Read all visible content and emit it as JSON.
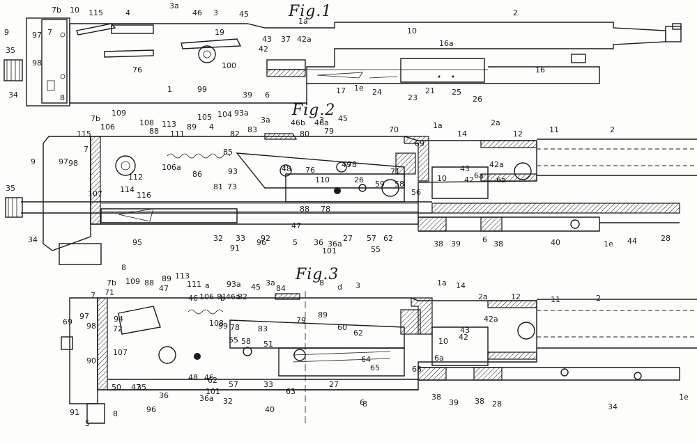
{
  "figures": [
    {
      "title": "Fig.1"
    },
    {
      "title": "Fig.2"
    },
    {
      "title": "Fig.3"
    }
  ],
  "fig1_labels": [
    "7b",
    "10",
    "115",
    "4",
    "3a",
    "46",
    "3",
    "45",
    "1a",
    "2",
    "9",
    "97",
    "7",
    "19",
    "43",
    "37",
    "42a",
    "10",
    "16a",
    "35",
    "98",
    "100",
    "76",
    "42",
    "34",
    "8",
    "1",
    "99",
    "39",
    "6",
    "17",
    "1e",
    "24",
    "23",
    "21",
    "25",
    "26",
    "16"
  ],
  "fig2_labels": [
    "7b",
    "106",
    "109",
    "108",
    "113",
    "89",
    "105",
    "4",
    "104",
    "93a",
    "83",
    "3a",
    "46b",
    "46a",
    "3",
    "45",
    "70",
    "1a",
    "14",
    "2a",
    "12",
    "11",
    "2",
    "115",
    "88",
    "111",
    "82",
    "80",
    "79",
    "9",
    "7",
    "85",
    "93",
    "49",
    "78",
    "69",
    "43",
    "42a",
    "97",
    "98",
    "106a",
    "86",
    "81",
    "73",
    "48",
    "76",
    "71",
    "10",
    "6a",
    "112",
    "114",
    "116",
    "107",
    "110",
    "26",
    "59",
    "58",
    "42",
    "56",
    "6a",
    "35",
    "88",
    "78",
    "34",
    "95",
    "32",
    "33",
    "91",
    "96",
    "92",
    "5",
    "36",
    "101",
    "36a",
    "27",
    "57",
    "62",
    "55",
    "38",
    "39",
    "6",
    "38",
    "40",
    "1e",
    "44",
    "28",
    "8",
    "47"
  ],
  "fig3_labels": [
    "7b",
    "88",
    "89",
    "113",
    "45",
    "93a",
    "3a",
    "3",
    "1a",
    "14",
    "2a",
    "12",
    "11",
    "2",
    "7",
    "109",
    "47",
    "111",
    "46",
    "a",
    "b",
    "81",
    "84",
    "8",
    "d",
    "71",
    "106",
    "46a",
    "82",
    "83",
    "79",
    "69",
    "97",
    "94",
    "108",
    "99",
    "78",
    "89",
    "62",
    "43",
    "42a",
    "98",
    "72",
    "55",
    "58",
    "51",
    "10",
    "42",
    "90",
    "107",
    "60",
    "6a",
    "48",
    "46",
    "57",
    "33",
    "65",
    "64",
    "68",
    "50",
    "47",
    "35",
    "36",
    "36a",
    "101",
    "32",
    "62",
    "63",
    "27",
    "6",
    "38",
    "39",
    "38",
    "28",
    "1e",
    "34",
    "91",
    "96",
    "8",
    "5",
    "40",
    "8"
  ]
}
